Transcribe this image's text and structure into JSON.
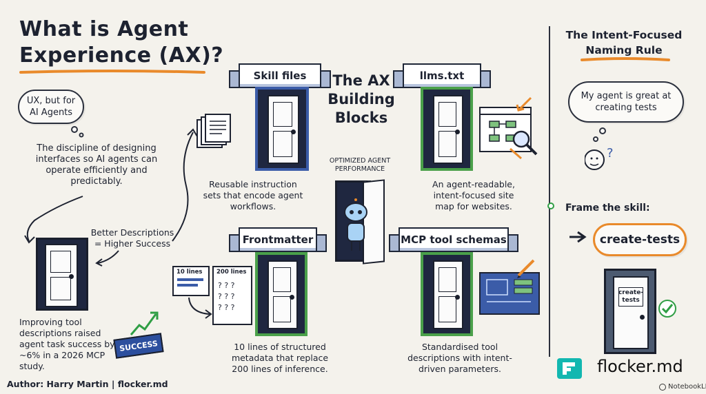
{
  "title": {
    "line1": "What is Agent",
    "line2": "Experience (AX)?"
  },
  "left": {
    "bubble": "UX, but for AI Agents",
    "definition": "The discipline of designing interfaces so AI agents can operate efficiently and predictably.",
    "better": "Better Descriptions = Higher Success",
    "study": "Improving tool descriptions raised agent task success by ~6% in a 2026 MCP study.",
    "success_label": "SUCCESS"
  },
  "center": {
    "heading": "The AX Building Blocks",
    "optimized": "OPTIMIZED AGENT PERFORMANCE",
    "blocks": [
      {
        "label": "Skill files",
        "desc": "Reusable instruction sets that encode agent workflows."
      },
      {
        "label": "llms.txt",
        "desc": "An agent-readable, intent-focused site map for websites."
      },
      {
        "label": "Frontmatter",
        "desc": "10 lines of structured metadata that replace 200 lines of inference."
      },
      {
        "label": "MCP tool schemas",
        "desc": "Standardised tool descriptions with intent-driven parameters."
      }
    ],
    "doc_small": "10 lines",
    "doc_large": "200 lines"
  },
  "right": {
    "heading": "The Intent-Focused Naming Rule",
    "thought": "My agent is great at creating tests",
    "frame": "Frame the skill:",
    "skill_name": "create-tests",
    "door_sign": "create-tests"
  },
  "footer": {
    "author": "Author: Harry Martin | flocker.md",
    "brand": "flocker.md",
    "notebook": "NotebookLM"
  },
  "colors": {
    "accent_orange": "#e98a2b",
    "frame_blue": "#3b5ca8",
    "frame_green": "#4aa04a",
    "check_green": "#2f9e44",
    "door_navy": "#1f2740"
  }
}
